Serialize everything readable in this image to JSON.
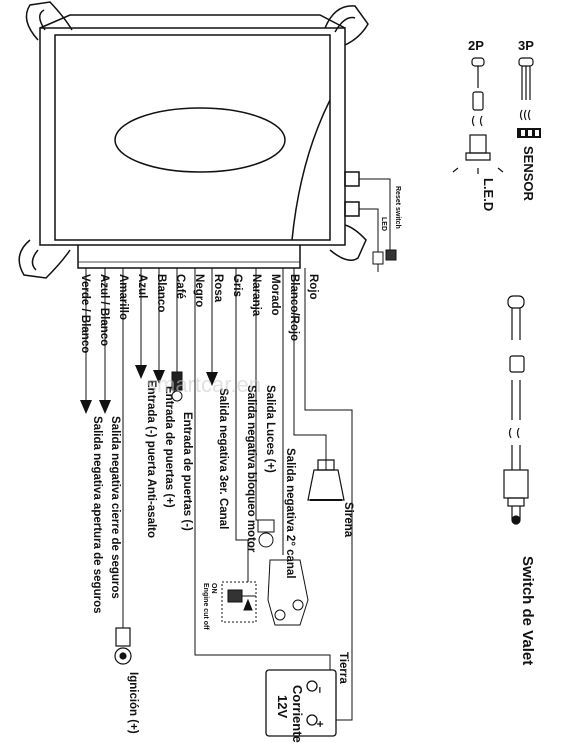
{
  "wires": [
    {
      "id": "rojo",
      "label": "Rojo"
    },
    {
      "id": "blanco-rojo",
      "label": "Blanco/Rojo"
    },
    {
      "id": "morado",
      "label": "Morado"
    },
    {
      "id": "naranja",
      "label": "Naranja"
    },
    {
      "id": "gris",
      "label": "Gris"
    },
    {
      "id": "rosa",
      "label": "Rosa"
    },
    {
      "id": "negro",
      "label": "Negro"
    },
    {
      "id": "cafe",
      "label": "Café"
    },
    {
      "id": "blanco",
      "label": "Blanco"
    },
    {
      "id": "azul",
      "label": "Azul"
    },
    {
      "id": "amarillo",
      "label": "Amarillo"
    },
    {
      "id": "azul-blanco",
      "label": "Azul / Blanco"
    },
    {
      "id": "verde-blanco",
      "label": "Verde / Blanco"
    }
  ],
  "functions": {
    "sirena": "Sirena",
    "salida_neg_2": "Salida negativa 2° canal",
    "salida_luces": "Salida Luces (+)",
    "bloqueo_motor": "Salida negativa bloqueo motor",
    "tercer_canal": "Salida negativa 3er. Canal",
    "puertas_neg": "Entrada de puertas (-)",
    "puertas_pos": "Entrada de puertas (+)",
    "anti_asalto": "Entrada (-) puerta Anti-asalto",
    "cierre": "Salida negativa cierre de seguros",
    "apertura": "Salida negativa apertura de seguros",
    "ignicion": "Ignición (+)",
    "tierra": "Tierra",
    "corriente": "Corriente",
    "voltaje": "12V",
    "plus": "+",
    "minus": "−",
    "on": "ON",
    "engine_cut_off": "Engine cut off"
  },
  "unit": {
    "reset_switch": "Reset switch",
    "led": "LED"
  },
  "legend": {
    "two_p": "2P",
    "three_p": "3P",
    "sensor": "SENSOR",
    "led": "L.E.D",
    "valet": "Switch de Valet"
  },
  "watermark": "smartcar.en"
}
